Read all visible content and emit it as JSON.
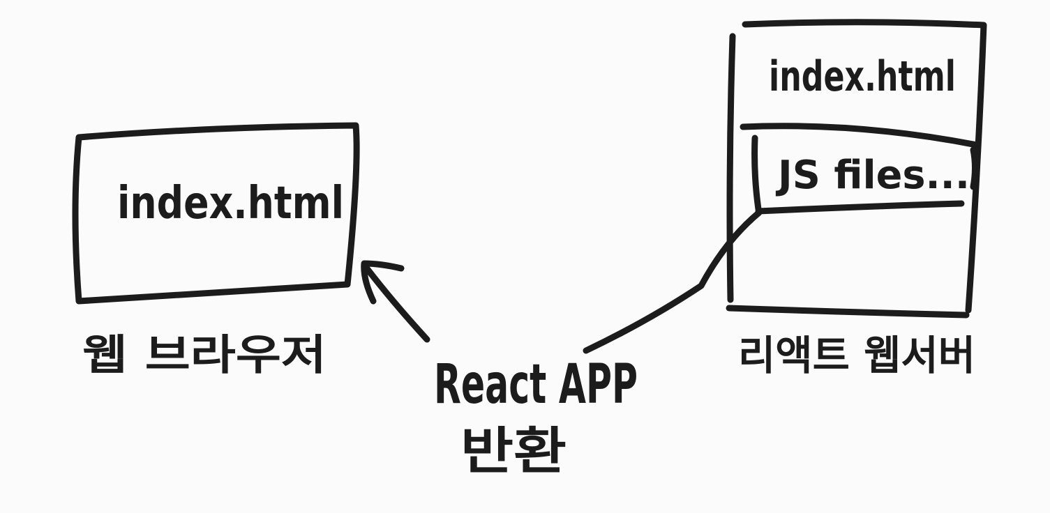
{
  "browser": {
    "box_label": "index.html",
    "caption": "웹 브라우저"
  },
  "server": {
    "top_label": "index.html",
    "js_label": "JS files...",
    "caption": "리액트 웹서버"
  },
  "transfer": {
    "line1": "React APP",
    "line2": "반환"
  },
  "colors": {
    "ink": "#1c1c1c",
    "paper": "#fbfbfb"
  }
}
